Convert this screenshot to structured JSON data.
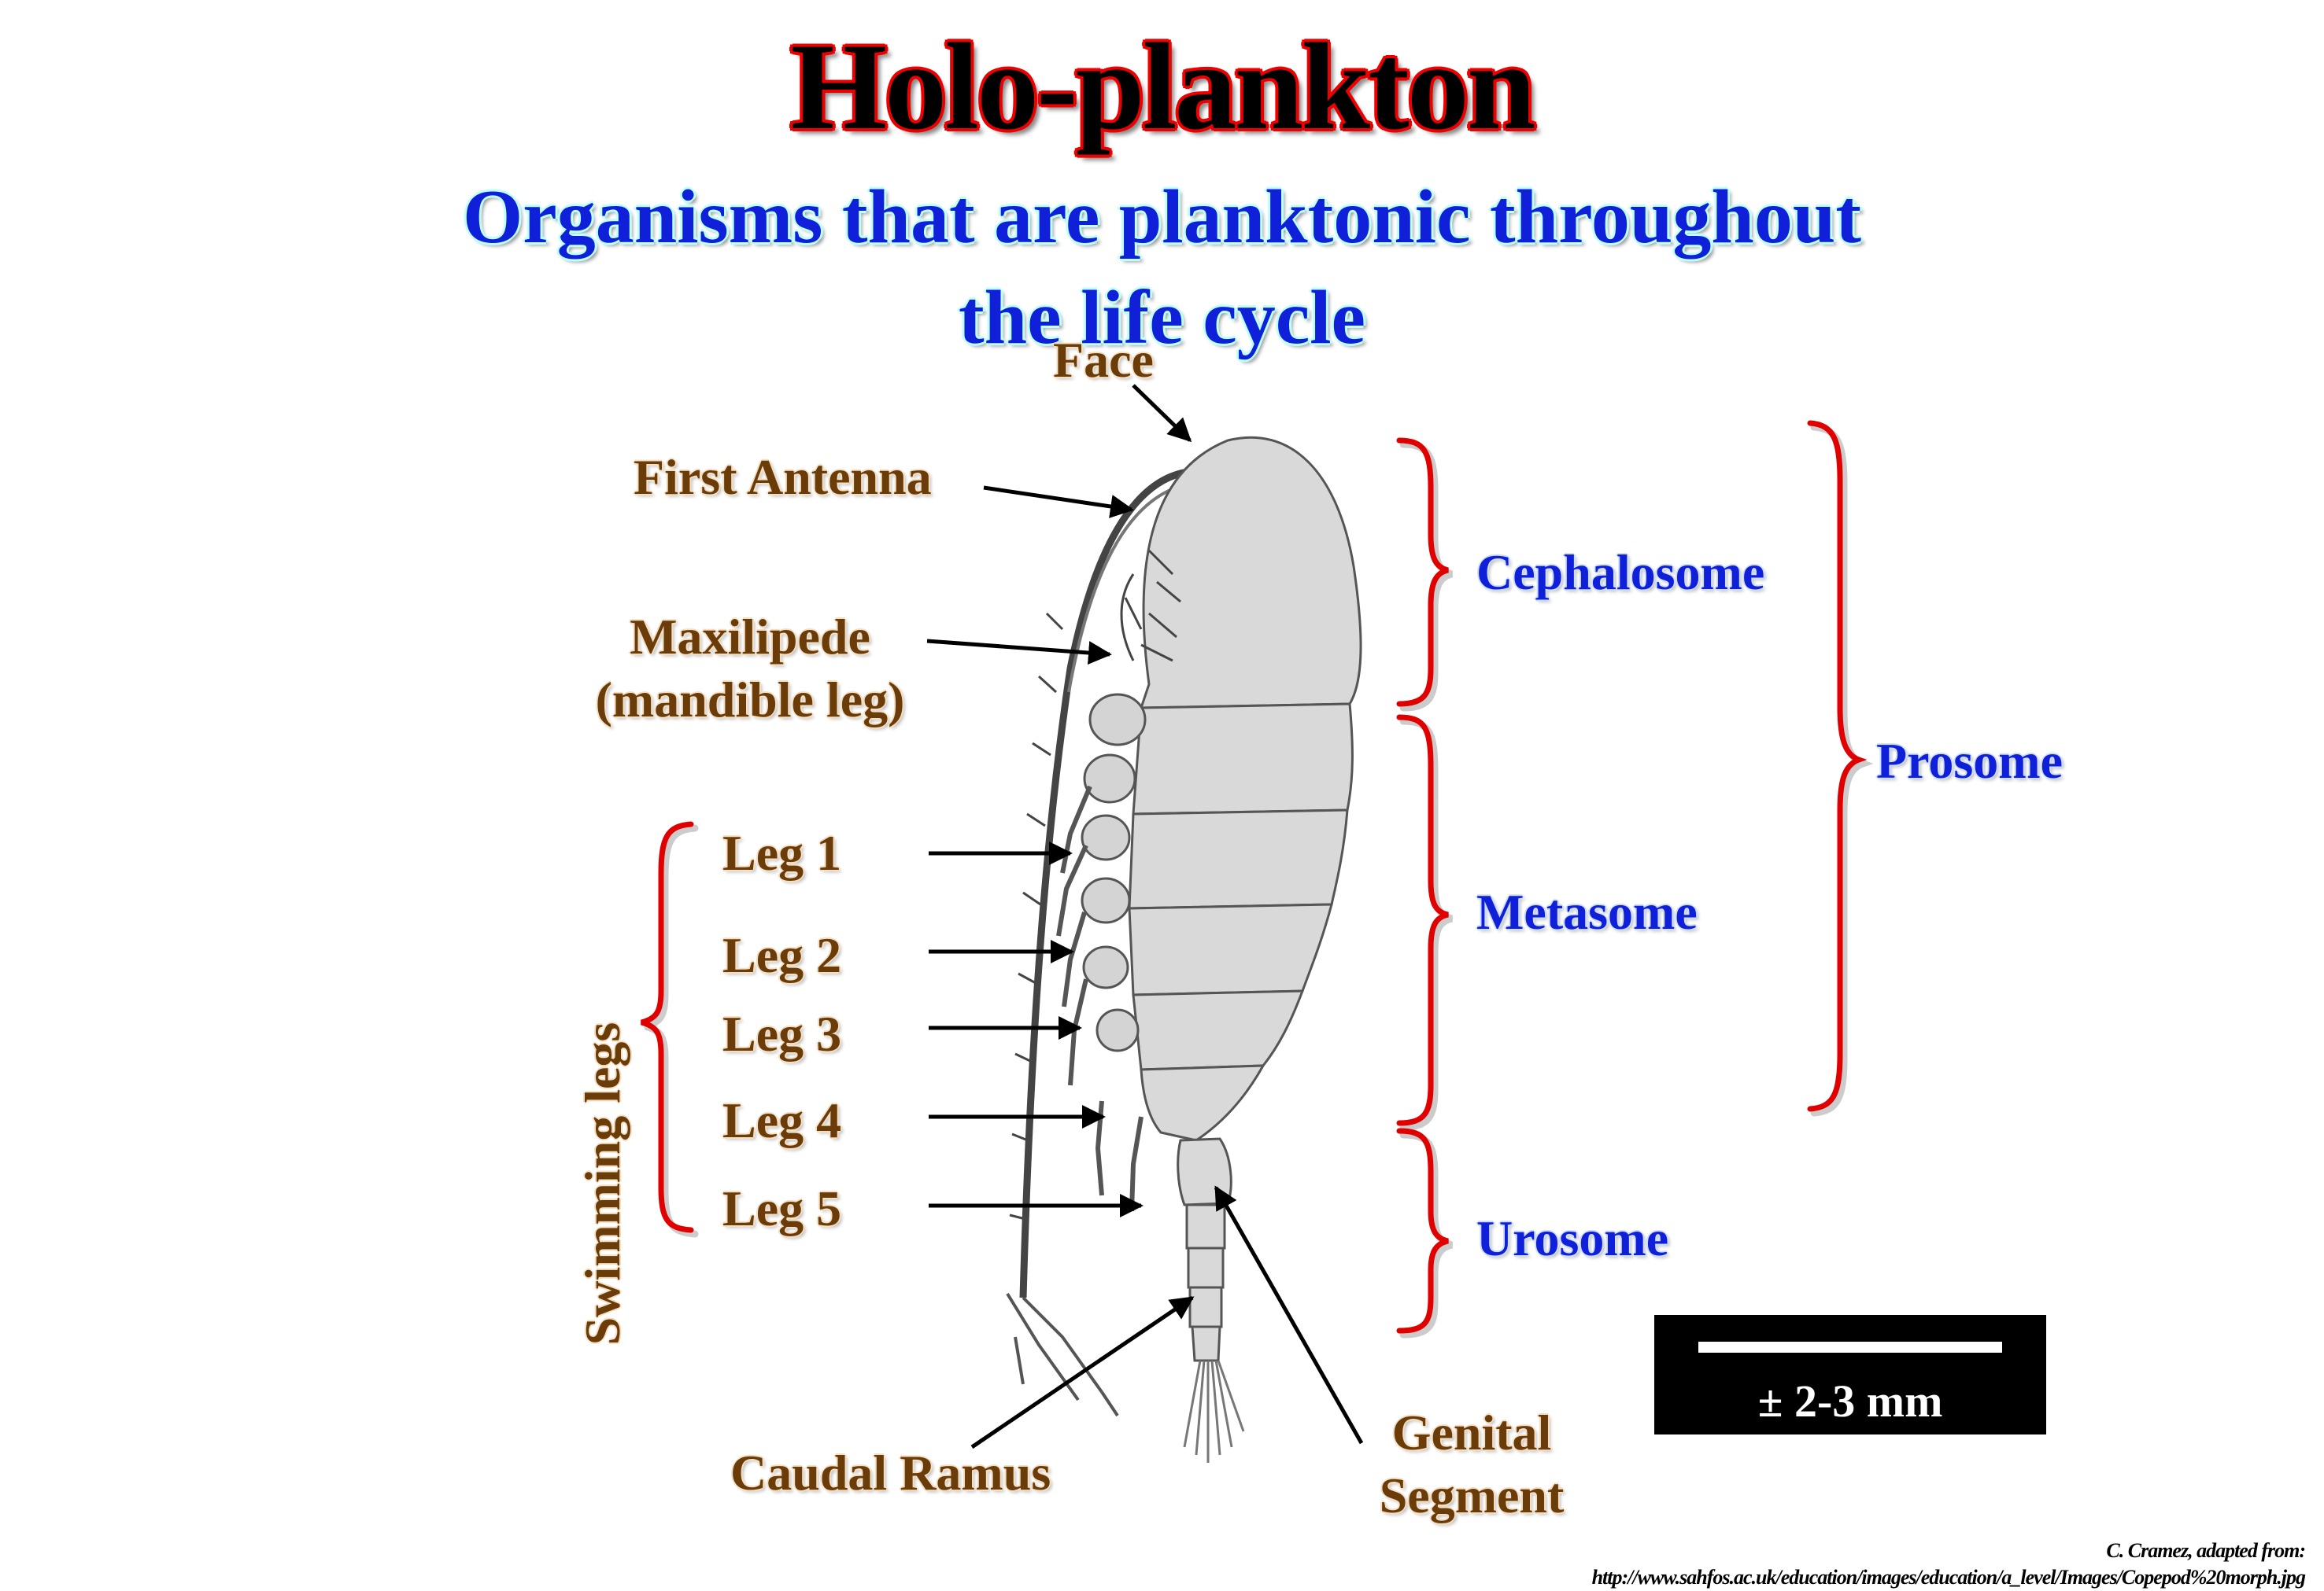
{
  "title": "Holo-plankton",
  "subtitle_line1": "Organisms that are planktonic throughout",
  "subtitle_line2": "the life cycle",
  "labels": {
    "face": "Face",
    "first_antenna": "First Antenna",
    "maxilipede_line1": "Maxilipede",
    "maxilipede_line2": "(mandible leg)",
    "swimming_legs": "Swimming legs",
    "legs": [
      "Leg 1",
      "Leg 2",
      "Leg 3",
      "Leg 4",
      "Leg 5"
    ],
    "caudal_ramus": "Caudal Ramus",
    "genital_line1": "Genital",
    "genital_line2": "Segment"
  },
  "regions": {
    "cephalosome": "Cephalosome",
    "metasome": "Metasome",
    "urosome": "Urosome",
    "prosome": "Prosome"
  },
  "scale": "± 2-3 mm",
  "credit_line1": "C. Cramez, adapted from:",
  "credit_line2": "http://www.sahfos.ac.uk/education/images/education/a_level/Images/Copepod%20morph.jpg",
  "colors": {
    "title": "#000000",
    "title_outline": "#e00000",
    "subtitle": "#1020d8",
    "label_brown": "#6a3c0a",
    "region_blue": "#1020d8",
    "brace_red": "#e00000",
    "body_fill": "#dcdcdc"
  }
}
